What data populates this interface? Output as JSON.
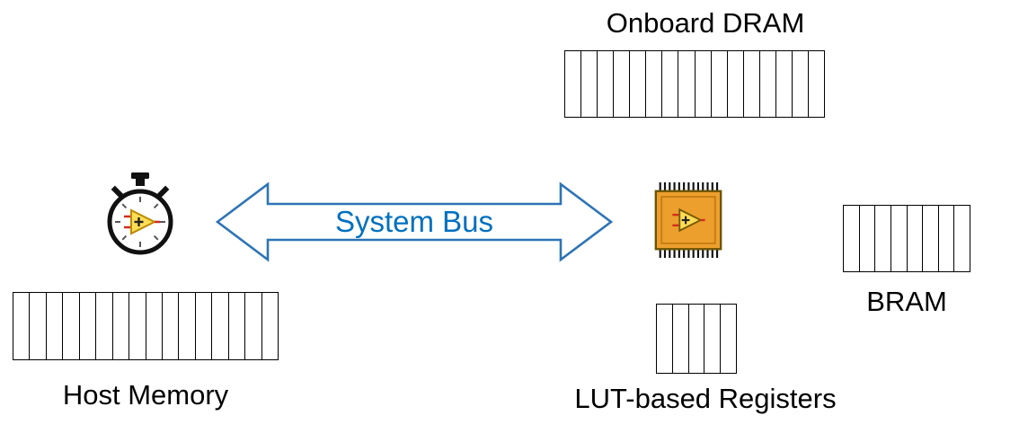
{
  "diagram": {
    "bus": {
      "label": "System Bus"
    },
    "nodes": {
      "host_memory": {
        "label": "Host Memory",
        "cells": 16
      },
      "onboard_dram": {
        "label": "Onboard DRAM",
        "cells": 16
      },
      "bram": {
        "label": "BRAM",
        "cells": 8
      },
      "lut_registers": {
        "label": "LUT-based Registers",
        "cells": 5
      }
    },
    "icons": {
      "host_side": "stopwatch-icon",
      "fpga_side": "fpga-chip-icon"
    },
    "colors": {
      "bus_outline": "#2E74B5",
      "bus_text": "#0070C0",
      "bank_border": "#000000",
      "chip_body": "#ED9F2E",
      "emblem_triangle": "#FFDD55",
      "emblem_accent_red": "#D22B1F"
    }
  }
}
